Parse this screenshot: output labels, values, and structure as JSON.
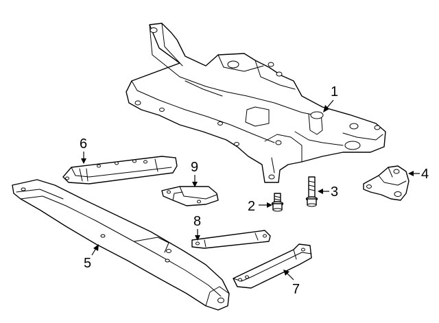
{
  "callouts": [
    {
      "id": "1",
      "text": "1",
      "part": "crossmember-subframe"
    },
    {
      "id": "2",
      "text": "2",
      "part": "flange-bolt-short"
    },
    {
      "id": "3",
      "text": "3",
      "part": "flange-bolt-long"
    },
    {
      "id": "4",
      "text": "4",
      "part": "mount-bracket"
    },
    {
      "id": "5",
      "text": "5",
      "part": "front-rail-long"
    },
    {
      "id": "6",
      "text": "6",
      "part": "upper-brace-plate"
    },
    {
      "id": "7",
      "text": "7",
      "part": "lower-brace-bar"
    },
    {
      "id": "8",
      "text": "8",
      "part": "flat-strap"
    },
    {
      "id": "9",
      "text": "9",
      "part": "small-shield-plate"
    }
  ],
  "colors": {
    "line": "#000000",
    "background": "#ffffff"
  }
}
